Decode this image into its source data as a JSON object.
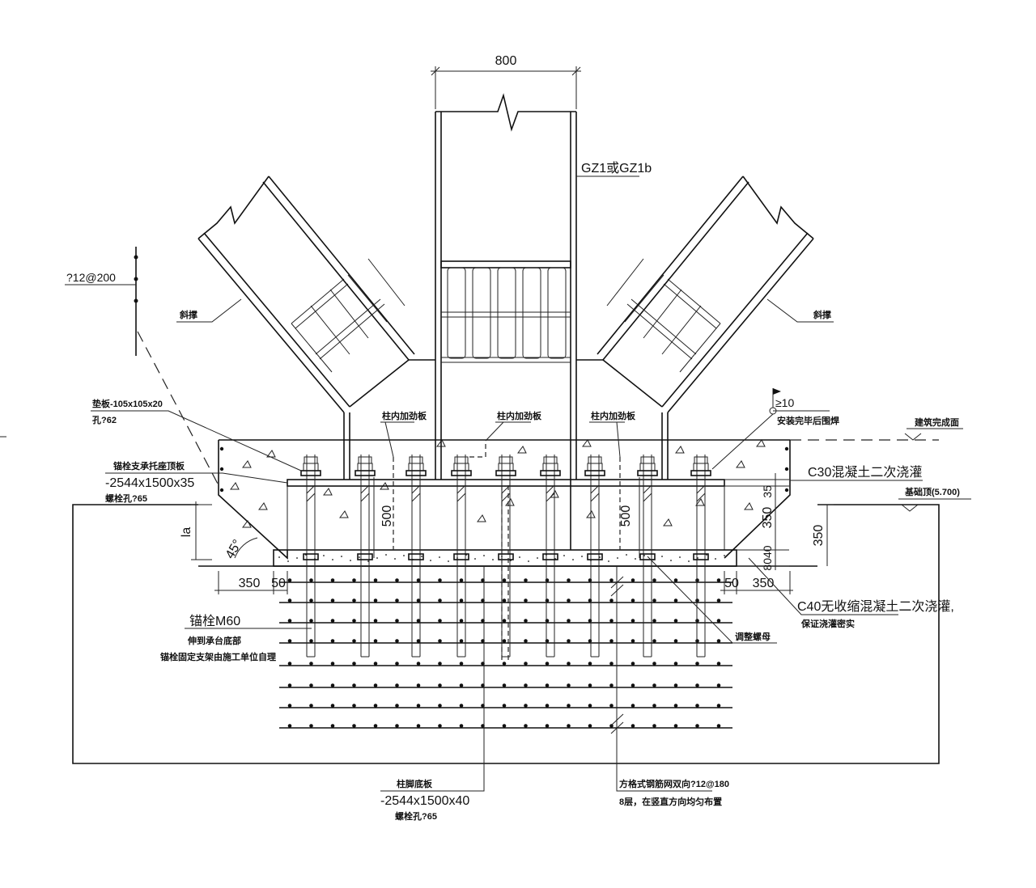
{
  "dimensions": {
    "column_width": "800",
    "bolt_length_left": "500",
    "bolt_length_right": "500",
    "plate_offset": "35",
    "plate_depth": "350",
    "foundation_depth": "350",
    "grout_dims": "8040",
    "la": "la",
    "angle": "45°",
    "left_350": "350",
    "left_50": "50",
    "right_50": "50",
    "right_350": "350",
    "weld_size": "≥10"
  },
  "labels": {
    "column_id": "GZ1或GZ1b",
    "brace_left": "斜撑",
    "brace_right": "斜撑",
    "rebar_spacing": "?12@200",
    "washer_line1": "垫板-105x105x20",
    "washer_line2": "孔?62",
    "support_plate_title": "锚栓支承托座顶板",
    "support_plate_dims": "-2544x1500x35",
    "support_plate_hole": "螺栓孔?65",
    "stiffener_1": "柱内加劲板",
    "stiffener_2": "柱内加劲板",
    "stiffener_3": "柱内加劲板",
    "weld_note": "安装完毕后围焊",
    "floor_level": "建筑完成面",
    "concrete_c30": "C30混凝土二次浇灌",
    "foundation_top": "基础顶(5.700)",
    "c40_line1": "C40无收缩混凝土二次浇灌,",
    "c40_line2": "保证浇灌密实",
    "adjust_nut": "调整螺母",
    "anchor_title": "锚栓M60",
    "anchor_line2": "伸到承台底部",
    "anchor_line3": "锚栓固定支架由施工单位自理",
    "base_plate_title": "柱脚底板",
    "base_plate_dims": "-2544x1500x40",
    "base_plate_hole": "螺栓孔?65",
    "mesh_line1": "方格式钢筋网双向?12@180",
    "mesh_line2": "8层，在竖直方向均匀布置"
  }
}
